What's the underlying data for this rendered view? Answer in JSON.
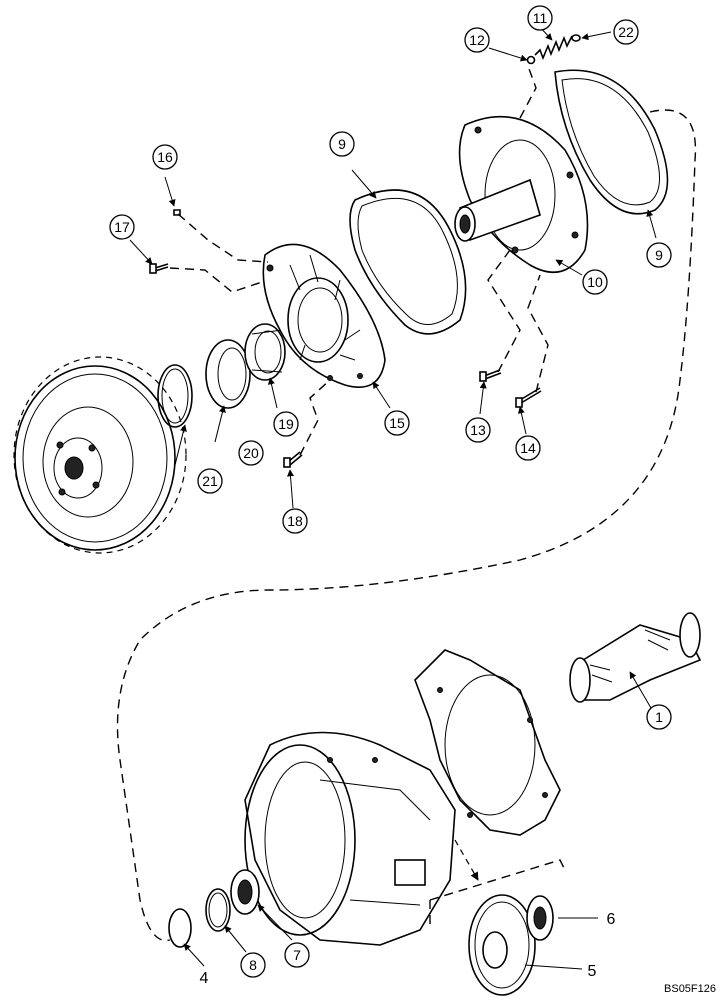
{
  "figure_id": "BS05F126",
  "callouts": {
    "c1": "1",
    "c4": "4",
    "c5": "5",
    "c6": "6",
    "c7": "7",
    "c8": "8",
    "c9a": "9",
    "c9b": "9",
    "c10": "10",
    "c11": "11",
    "c12": "12",
    "c13": "13",
    "c14": "14",
    "c15": "15",
    "c16": "16",
    "c17": "17",
    "c18": "18",
    "c19": "19",
    "c20": "20",
    "c21": "21",
    "c22": "22"
  }
}
